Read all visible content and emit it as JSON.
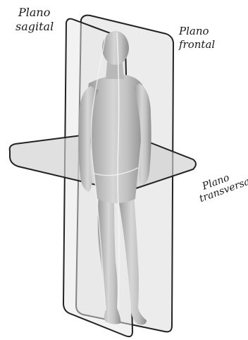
{
  "labels": {
    "sagittal": {
      "line1": "Plano",
      "line2": "sagital"
    },
    "frontal": {
      "line1": "Plano",
      "line2": "frontal"
    },
    "transverse": {
      "line1": "Plano",
      "line2": "transversal"
    }
  },
  "colors": {
    "plane_fill": "#d9d9d9",
    "plane_outline": "#222222",
    "body_fill": "#c4c4c4",
    "body_highlight": "#f2f2f2",
    "body_shadow": "#8f8f8f"
  }
}
